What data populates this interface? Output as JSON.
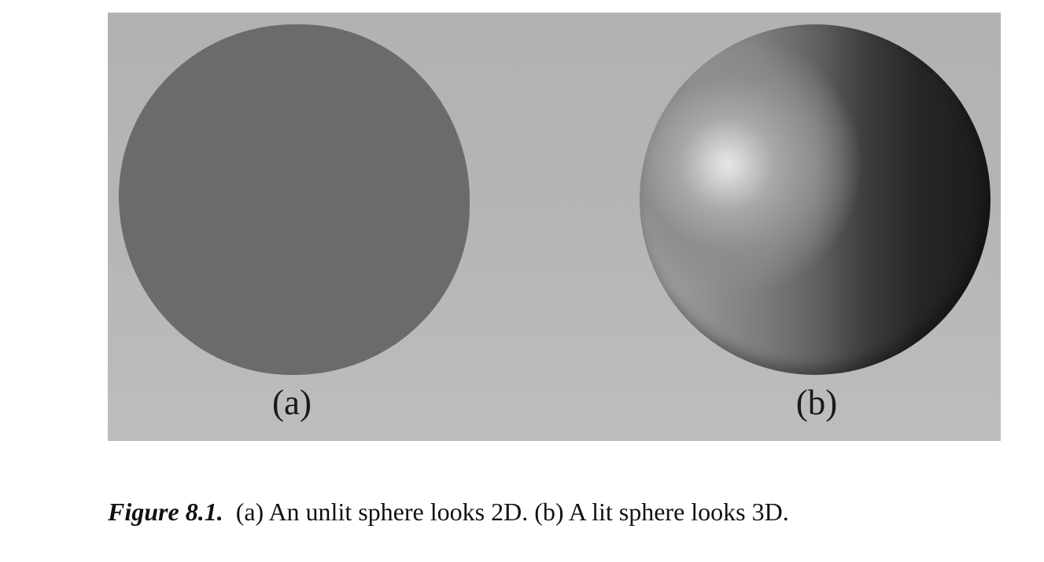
{
  "figure": {
    "label_a": "(a)",
    "label_b": "(b)"
  },
  "caption": {
    "label": "Figure 8.1.",
    "text": "(a) An unlit sphere looks 2D. (b) A lit sphere looks 3D."
  },
  "colors": {
    "background": "#b4b4b4",
    "unlit_sphere": "#6b6b6b",
    "lit_highlight": "#e6e6e6",
    "lit_shadow": "#1b1b1b"
  }
}
